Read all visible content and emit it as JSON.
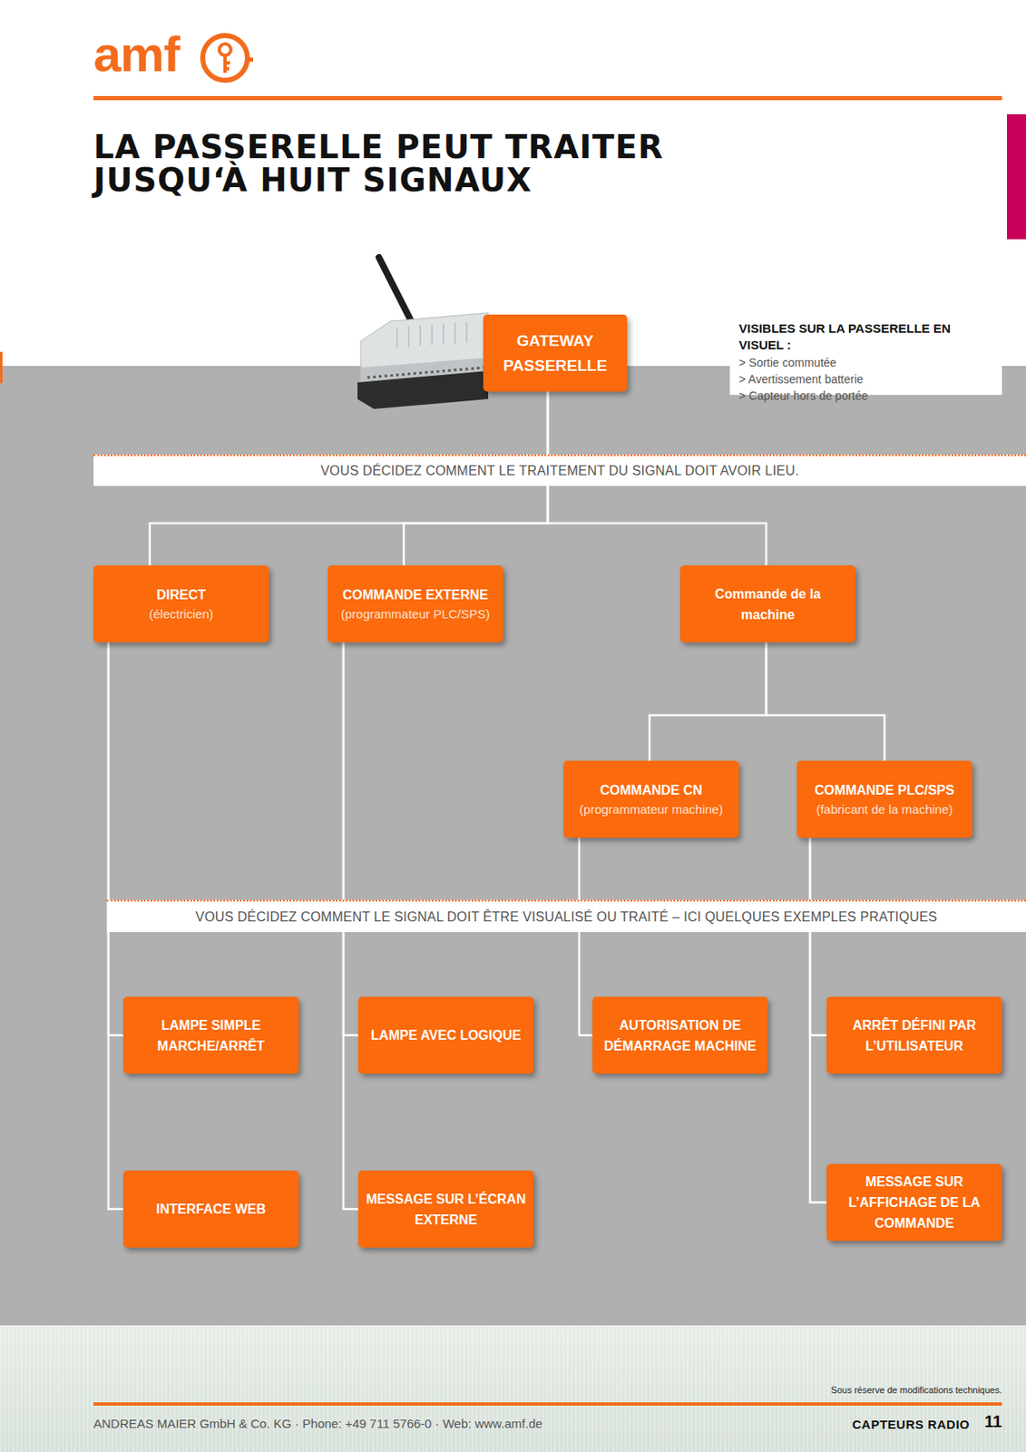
{
  "diagram": {
    "title": "LA PASSERELLE PEUT TRAITER JUSQU‘À HUIT SIGNAUX",
    "nodes": [
      {
        "text": [
          "GATEWAY PASSERELLE"
        ]
      },
      {
        "text": [
          "VISIBLES SUR LA PASSERELLE EN VISUEL :",
          "> Sortie commutée",
          "> Avertissement batterie",
          "> Capteur hors de portée"
        ]
      },
      {
        "text": [
          "VOUS DÉCIDEZ COMMENT LE TRAITEMENT DU SIGNAL DOIT AVOIR LIEU."
        ]
      },
      {
        "text": [
          "DIRECT",
          "(électricien)"
        ]
      },
      {
        "text": [
          "COMMANDE EXTERNE",
          "(programmateur PLC/SPS)"
        ]
      },
      {
        "text": [
          "Commande de la machine"
        ]
      },
      {
        "text": [
          "COMMANDE CN",
          "(programmateur machine)"
        ]
      },
      {
        "text": [
          "COMMANDE PLC/SPS",
          "(fabricant de la machine)"
        ]
      },
      {
        "text": [
          "VOUS DÉCIDEZ COMMENT LE SIGNAL DOIT ÊTRE VISUALISÉ OU TRAITÉ – ICI QUELQUES EXEMPLES PRATIQUES"
        ]
      },
      {
        "text": [
          "LAMPE SIMPLE MARCHE/ARRÊT"
        ]
      },
      {
        "text": [
          "LAMPE AVEC LOGIQUE"
        ]
      },
      {
        "text": [
          "AUTORISATION DE DÉMARRAGE MACHINE"
        ]
      },
      {
        "text": [
          "ARRÊT DÉFINI PAR L’UTILISATEUR"
        ]
      },
      {
        "text": [
          "INTERFACE WEB"
        ]
      },
      {
        "text": [
          "MESSAGE SUR L’ÉCRAN EXTERNE"
        ]
      },
      {
        "text": [
          "MESSAGE SUR L’AFFICHAGE DE LA COMMANDE"
        ]
      }
    ],
    "edges": [
      {
        "from": 0,
        "to": 3,
        "arrow": "none"
      },
      {
        "from": 0,
        "to": 4,
        "arrow": "none"
      },
      {
        "from": 0,
        "to": 5,
        "arrow": "none"
      },
      {
        "from": 5,
        "to": 6,
        "arrow": "none"
      },
      {
        "from": 5,
        "to": 7,
        "arrow": "none"
      },
      {
        "from": 3,
        "to": 9,
        "arrow": "none"
      },
      {
        "from": 3,
        "to": 13,
        "arrow": "none"
      },
      {
        "from": 4,
        "to": 10,
        "arrow": "none"
      },
      {
        "from": 4,
        "to": 14,
        "arrow": "none"
      },
      {
        "from": 6,
        "to": 11,
        "arrow": "none"
      },
      {
        "from": 7,
        "to": 12,
        "arrow": "none"
      },
      {
        "from": 7,
        "to": 15,
        "arrow": "none"
      }
    ],
    "labels": [
      "amf",
      "Sous réserve de modifications techniques.",
      "ANDREAS MAIER GmbH & Co. KG · Phone: +49 711 5766-0 · Web: www.amf.de",
      "CAPTEURS RADIO",
      "11"
    ]
  }
}
